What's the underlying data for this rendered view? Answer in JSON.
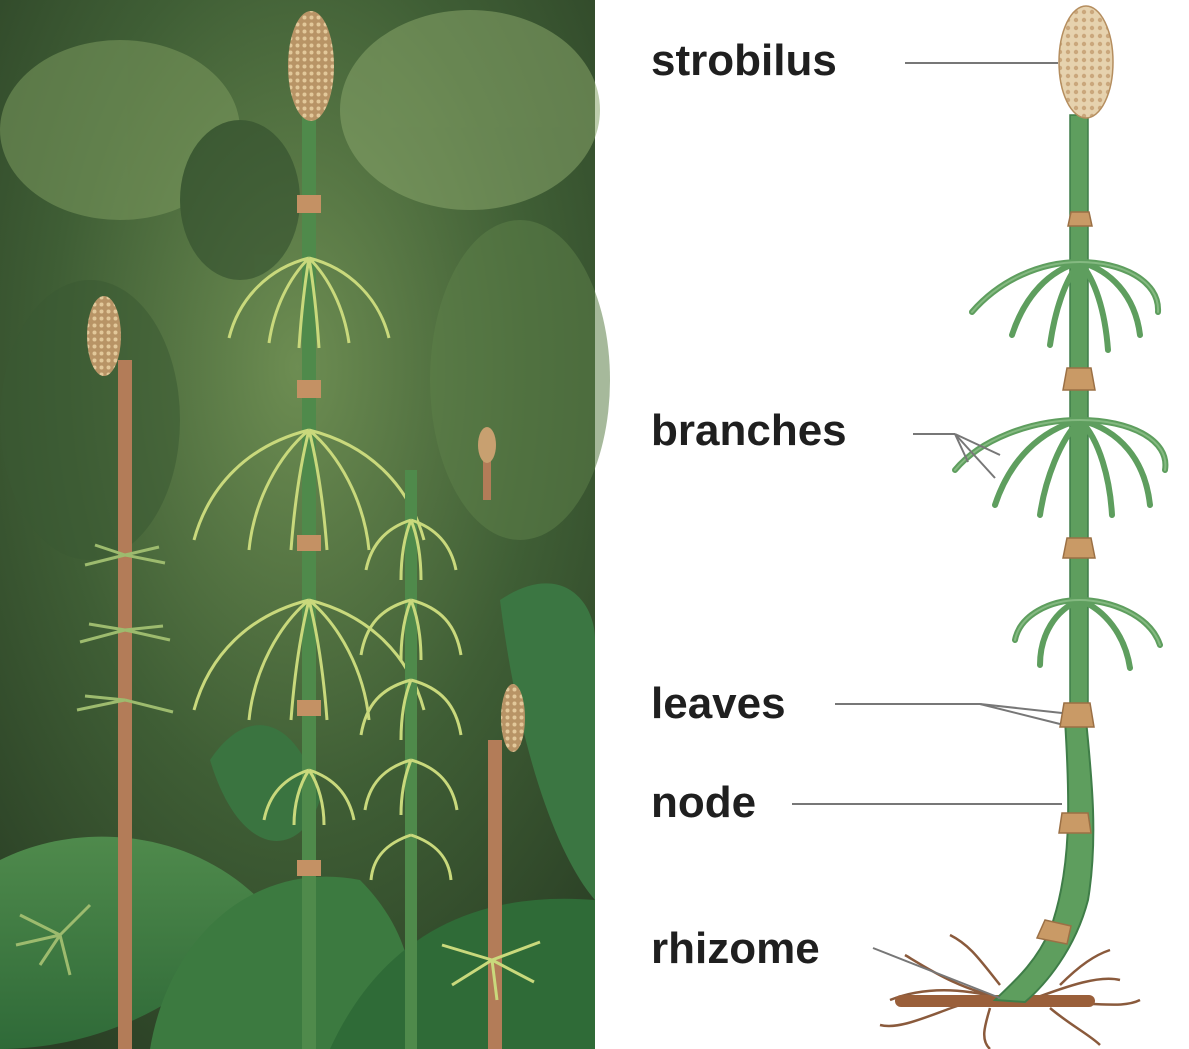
{
  "labels": {
    "strobilus": "strobilus",
    "branches": "branches",
    "leaves": "leaves",
    "node": "node",
    "rhizome": "rhizome"
  },
  "colors": {
    "stem": "#5e9e5e",
    "stem_dark": "#3f7d48",
    "sheath": "#c99a66",
    "strobilus": "#e8d4b0",
    "root": "#8a5a3c",
    "leader": "#777777"
  }
}
